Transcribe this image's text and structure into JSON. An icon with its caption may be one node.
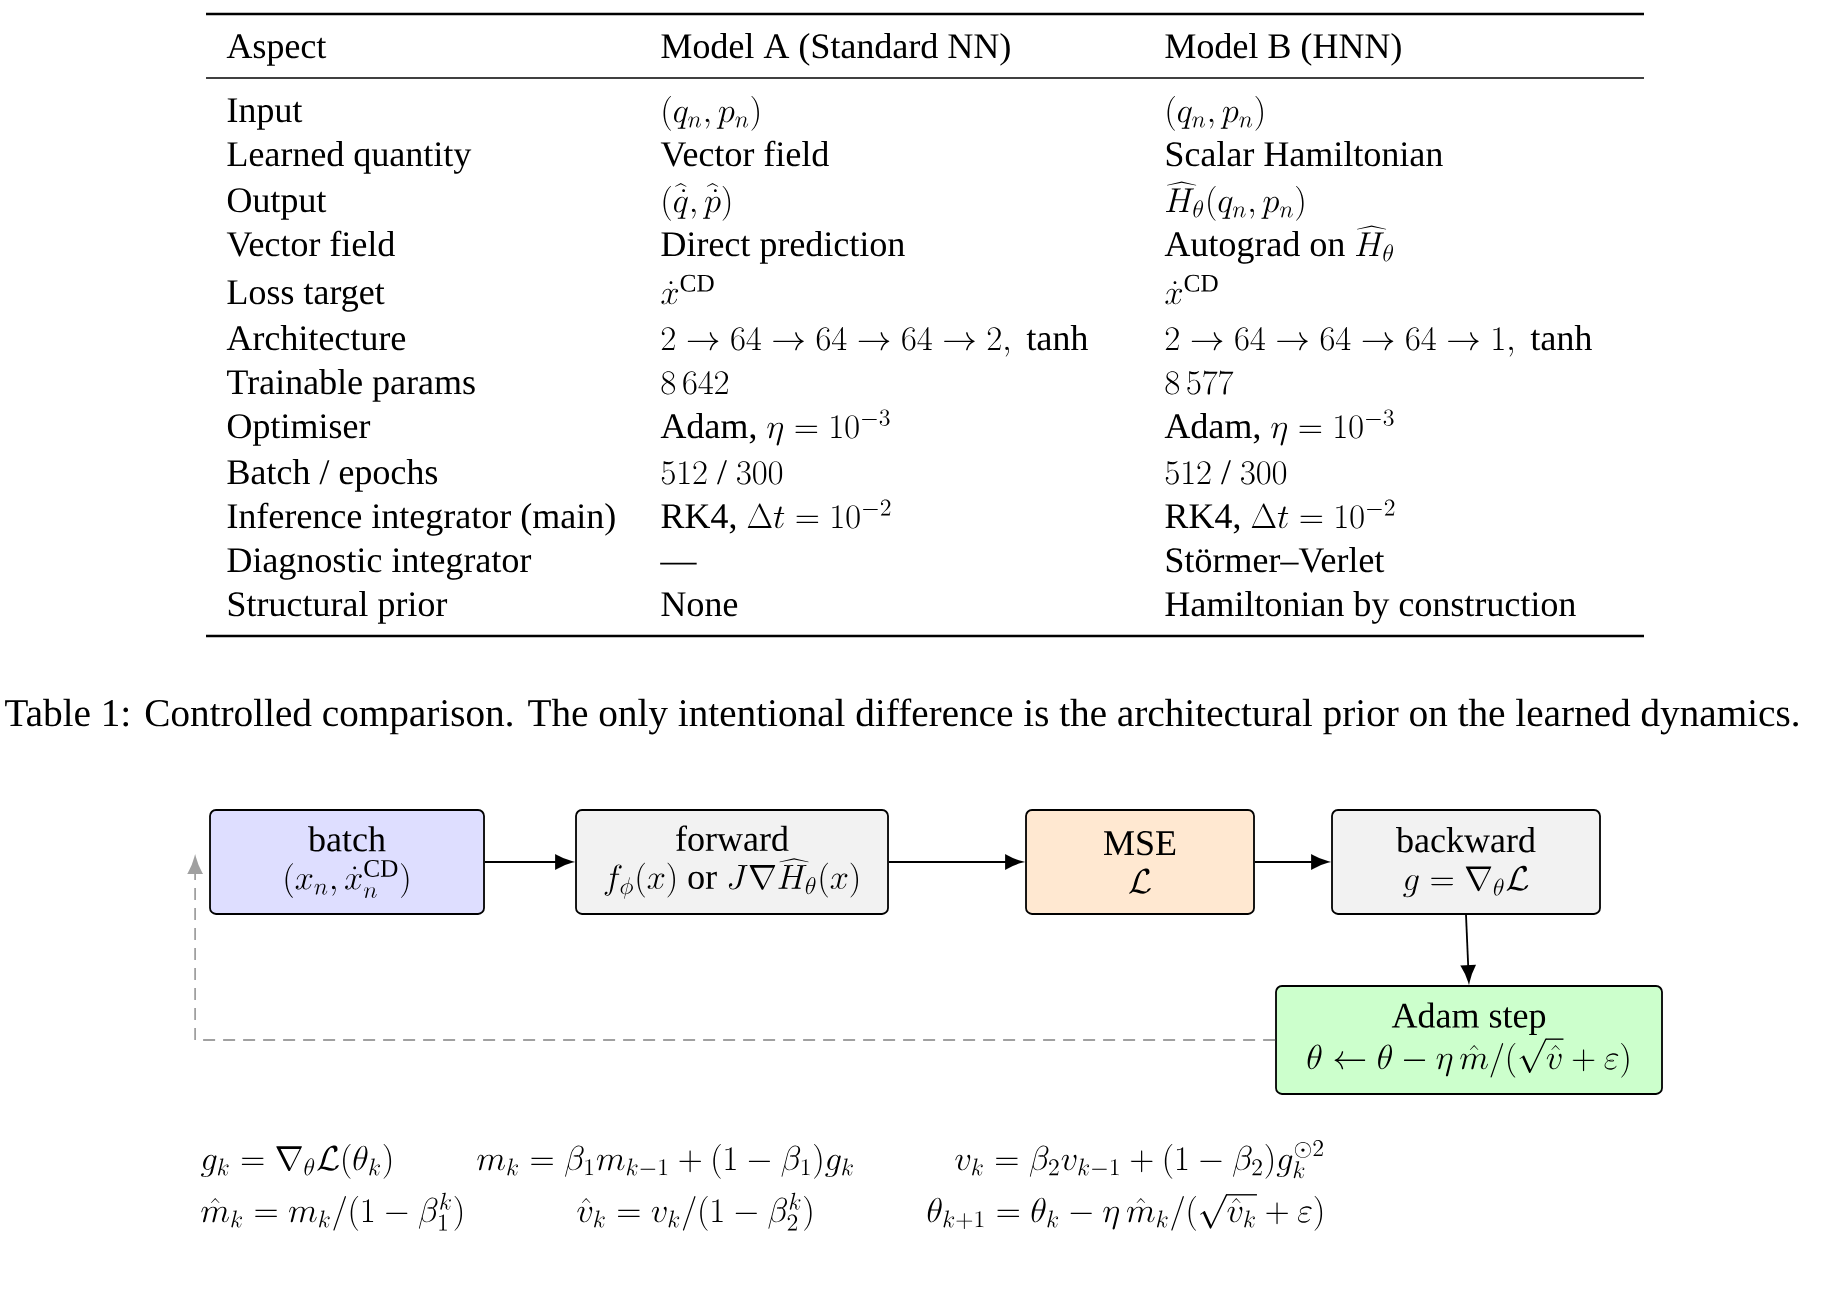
{
  "diagram": {
    "caption": "Table 1: Controlled comparison. The only intentional difference is the architectural prior on the learned dynamics.",
    "nodes": [
      {
        "text": [
          "batch",
          "(x_n, \\dot{x}_n^{\\mathrm{CD}})"
        ]
      },
      {
        "text": [
          "forward",
          "f_\\phi(x) \\mbox{ or } J\\nabla\\widehat{H}_\\theta(x)"
        ]
      },
      {
        "text": [
          "MSE",
          "\\mathcal{L}"
        ]
      },
      {
        "text": [
          "backward",
          "g = \\nabla_\\theta\\mathcal{L}"
        ]
      },
      {
        "text": [
          "Adam step",
          "\\theta \\leftarrow \\theta - \\eta\\,\\hat{m}/(\\sqrt{\\hat{v}}+\\varepsilon)"
        ]
      }
    ],
    "edges": [
      {
        "from": 0,
        "to": 1,
        "arrow": "to"
      },
      {
        "from": 1,
        "to": 2,
        "arrow": "to"
      },
      {
        "from": 2,
        "to": 3,
        "arrow": "to"
      },
      {
        "from": 3,
        "to": 4,
        "arrow": "to"
      },
      {
        "from": 4,
        "to": 0,
        "arrow": "to",
        "style": "dashed",
        "color": "#a0a0a0"
      }
    ],
    "labels": [
      "Aspect",
      "Model A (Standard NN)",
      "Model B (HNN)",
      "Input",
      "(q_n, p_n)",
      "(q_n, p_n)",
      "Learned quantity",
      "Vector field",
      "Scalar Hamiltonian",
      "Output",
      "(\\widehat{\\dot{q}}, \\widehat{\\dot{p}})",
      "\\widehat{H}_\\theta(q_n, p_n)",
      "Vector field",
      "Direct prediction",
      "\\mbox{Autograd on }\\widehat{H}_\\theta",
      "Loss target",
      "\\dot{x}^{\\mathrm{CD}}",
      "\\dot{x}^{\\mathrm{CD}}",
      "Architecture",
      "2 \\to 64 \\to 64 \\to 64 \\to 2, \\mbox{ tanh}",
      "2 \\to 64 \\to 64 \\to 64 \\to 1, \\mbox{ tanh}",
      "Trainable params",
      "8\\,642",
      "8\\,577",
      "Optimiser",
      "\\mbox{Adam, }\\eta = 10^{-3}",
      "\\mbox{Adam, }\\eta = 10^{-3}",
      "Batch / epochs",
      "512\\mbox{ / }300",
      "512\\mbox{ / }300",
      "Inference integrator (main)",
      "\\mbox{RK4, }\\Delta t = 10^{-2}",
      "\\mbox{RK4, }\\Delta t = 10^{-2}",
      "Diagnostic integrator",
      "—",
      "Störmer–Verlet",
      "Structural prior",
      "None",
      "Hamiltonian by construction",
      "g_k = \\nabla_\\theta \\mathcal{L}(\\theta_k)",
      "m_k = \\beta_1 m_{k-1} + (1-\\beta_1) g_k",
      "v_k = \\beta_2 v_{k-1} + (1-\\beta_2) g_k^{\\odot 2}",
      "\\hat{m}_k = m_k/(1-\\beta_1^k)",
      "\\hat{v}_k = v_k/(1-\\beta_2^k)",
      "\\theta_{k+1} = \\theta_k - \\eta\\,\\hat{m}_k/(\\sqrt{\\hat{v}_k}+\\varepsilon)"
    ]
  }
}
